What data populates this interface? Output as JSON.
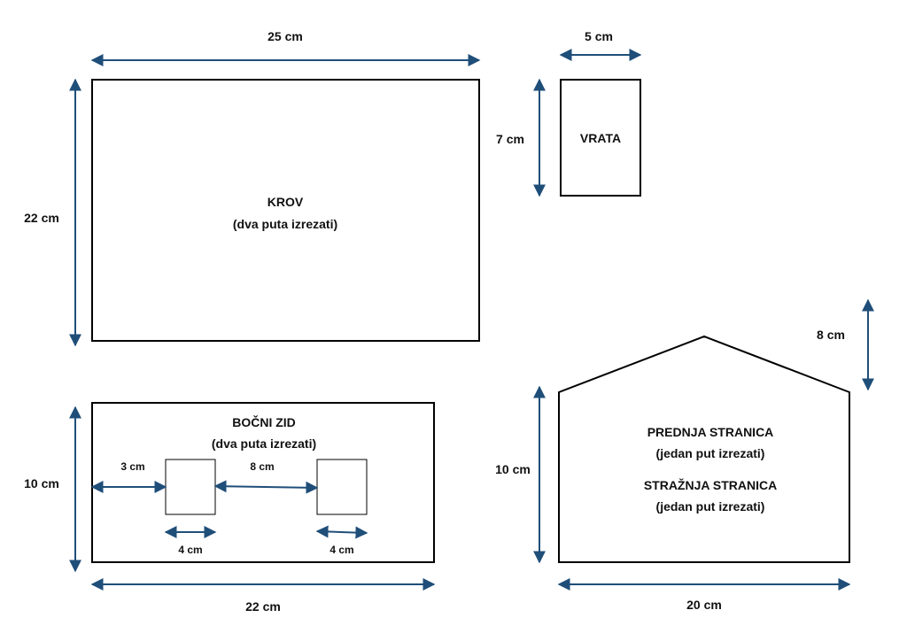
{
  "colors": {
    "arrow": "#1f4e79",
    "outline": "#000000",
    "text": "#111111"
  },
  "roof": {
    "title": "KROV",
    "note": "(dva puta izrezati)",
    "width_label": "25 cm",
    "height_label": "22 cm"
  },
  "door": {
    "title": "VRATA",
    "width_label": "5 cm",
    "height_label": "7 cm"
  },
  "side_wall": {
    "title": "BOČNI ZID",
    "note": "(dva puta izrezati)",
    "width_label": "22 cm",
    "height_label": "10 cm",
    "offset_label": "3 cm",
    "gap_label": "8 cm",
    "window_left_label": "4 cm",
    "window_right_label": "4 cm"
  },
  "front_back": {
    "front_title": "PREDNJA STRANICA",
    "front_note": "(jedan put izrezati)",
    "back_title": "STRAŽNJA STRANICA",
    "back_note": "(jedan put izrezati)",
    "width_label": "20 cm",
    "wall_height_label": "10 cm",
    "gable_height_label": "8 cm"
  }
}
